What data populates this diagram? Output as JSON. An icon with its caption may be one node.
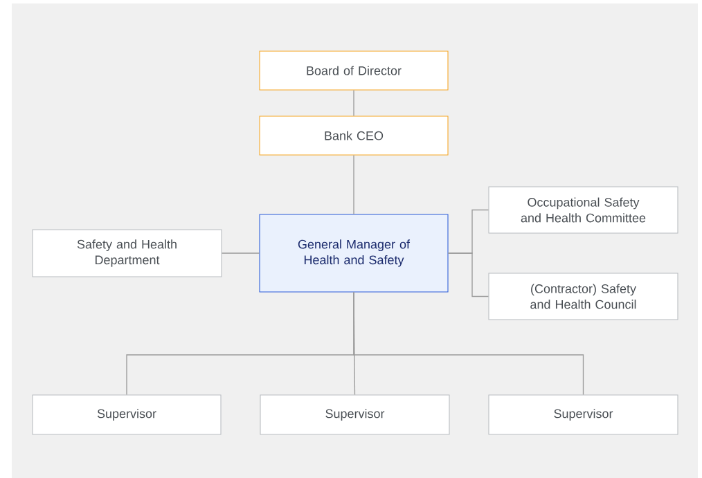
{
  "diagram": {
    "nodes": [
      {
        "text": [
          "Board of Director"
        ]
      },
      {
        "text": [
          "Bank CEO"
        ]
      },
      {
        "text": [
          "Safety and Health Department"
        ]
      },
      {
        "text": [
          "General Manager of Health and Safety"
        ]
      },
      {
        "text": [
          "Occupational Safety and Health Committee"
        ]
      },
      {
        "text": [
          "(Contractor) Safety and Health Council"
        ]
      },
      {
        "text": [
          "Supervisor"
        ]
      },
      {
        "text": [
          "Supervisor"
        ]
      },
      {
        "text": [
          "Supervisor"
        ]
      }
    ],
    "edges": [
      {
        "from": 0,
        "to": 1,
        "arrow": "none"
      },
      {
        "from": 1,
        "to": 3,
        "arrow": "none"
      },
      {
        "from": 3,
        "to": 2,
        "arrow": "none"
      },
      {
        "from": 3,
        "to": 4,
        "arrow": "none"
      },
      {
        "from": 3,
        "to": 5,
        "arrow": "none"
      },
      {
        "from": 3,
        "to": 6,
        "arrow": "none"
      },
      {
        "from": 3,
        "to": 7,
        "arrow": "none"
      },
      {
        "from": 3,
        "to": 8,
        "arrow": "none"
      }
    ]
  }
}
